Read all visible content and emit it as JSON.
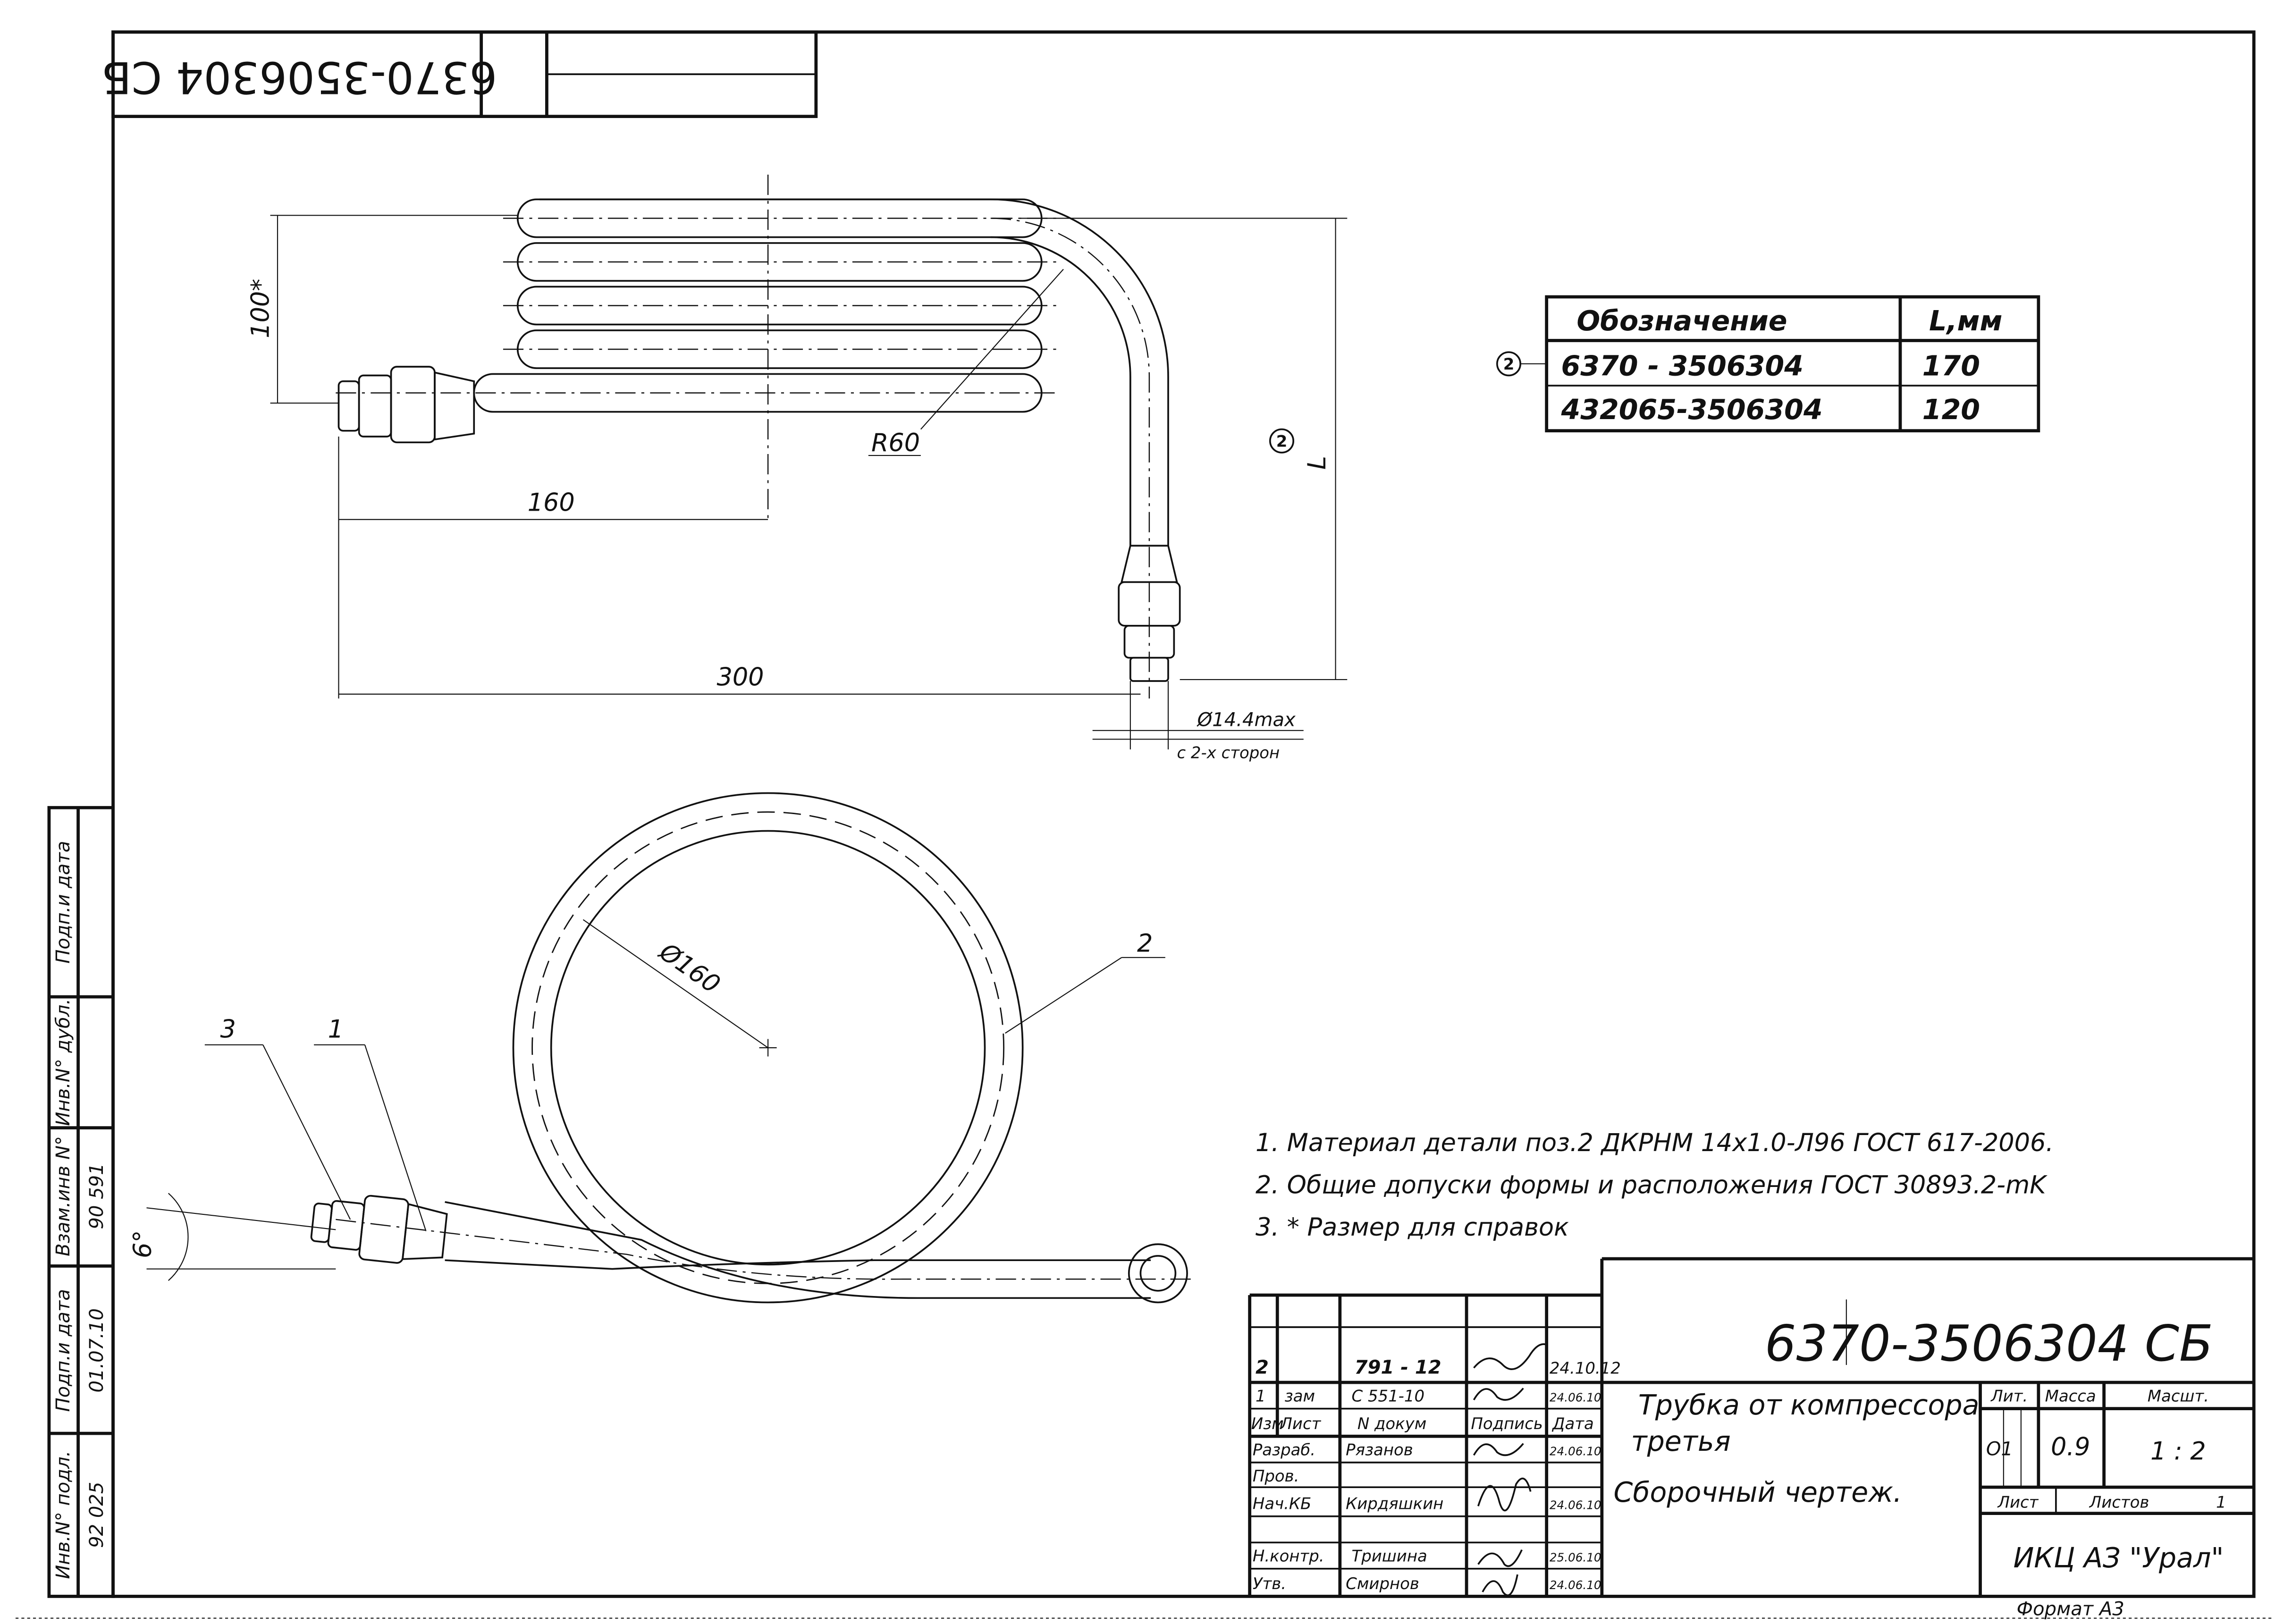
{
  "top_stamp": {
    "designation": "6370-3506304 СБ"
  },
  "side_strip": {
    "labels": [
      "Инв.N° подл.",
      "Подп.и дата",
      "Взам.инв N°",
      "Инв.N° дубл.",
      "Подп.и дата"
    ],
    "values": [
      "92 025",
      "01.07.10",
      "90 591",
      "",
      ""
    ]
  },
  "top_view": {
    "dim_100": "100*",
    "dim_160": "160",
    "dim_300": "300",
    "dim_r60": "R60",
    "dim_L": "L",
    "position_2": "2",
    "dim_diameter": "Ø14.4max",
    "dim_diameter_note": "с 2-х сторон"
  },
  "bottom_view": {
    "dim_d160": "Ø160",
    "angle": "6°",
    "position_1": "1",
    "position_2": "2",
    "position_3": "3"
  },
  "variants_table": {
    "callout": "2",
    "headers": [
      "Обозначение",
      "L,мм"
    ],
    "rows": [
      {
        "designation": "6370 - 3506304",
        "length": "170"
      },
      {
        "designation": "432065-3506304",
        "length": "120"
      }
    ]
  },
  "notes": [
    "1. Материал детали поз.2 ДКРНМ 14х1.0-Л96 ГОСТ 617-2006.",
    "2. Общие допуски формы и расположения ГОСТ 30893.2-mK",
    "3. * Размер для справок"
  ],
  "title_block": {
    "designation": "6370-3506304 СБ",
    "name_line1": "Трубка от компрессора",
    "name_line2": "третья",
    "doc_type": "Сборочный чертеж.",
    "changes": [
      {
        "izm": "2",
        "list": "",
        "doc": "791 - 12",
        "date": "24.10.12"
      },
      {
        "izm": "1",
        "list": "зам",
        "doc": "С 551-10",
        "date": "24.06.10"
      }
    ],
    "header": {
      "izm": "Изм",
      "list": "Лист",
      "doc": "N докум",
      "sign": "Подпись",
      "date": "Дата"
    },
    "roles": [
      {
        "role": "Разраб.",
        "name": "Рязанов",
        "date": "24.06.10"
      },
      {
        "role": "Пров.",
        "name": "",
        "date": ""
      },
      {
        "role": "Нач.КБ",
        "name": "Кирдяшкин",
        "date": "24.06.10"
      },
      {
        "role": "",
        "name": "",
        "date": ""
      },
      {
        "role": "Н.контр.",
        "name": "Тришина",
        "date": "25.06.10"
      },
      {
        "role": "Утв.",
        "name": "Смирнов",
        "date": "24.06.10"
      }
    ],
    "lit_label": "Лит.",
    "mass_label": "Масса",
    "scale_label": "Масшт.",
    "lit_value": "О1",
    "mass_value": "0.9",
    "scale_value": "1 : 2",
    "sheet_label": "Лист",
    "sheets_label": "Листов",
    "sheets_value": "1",
    "organization": "ИКЦ АЗ \"Урал\"",
    "format": "Формат А3"
  }
}
